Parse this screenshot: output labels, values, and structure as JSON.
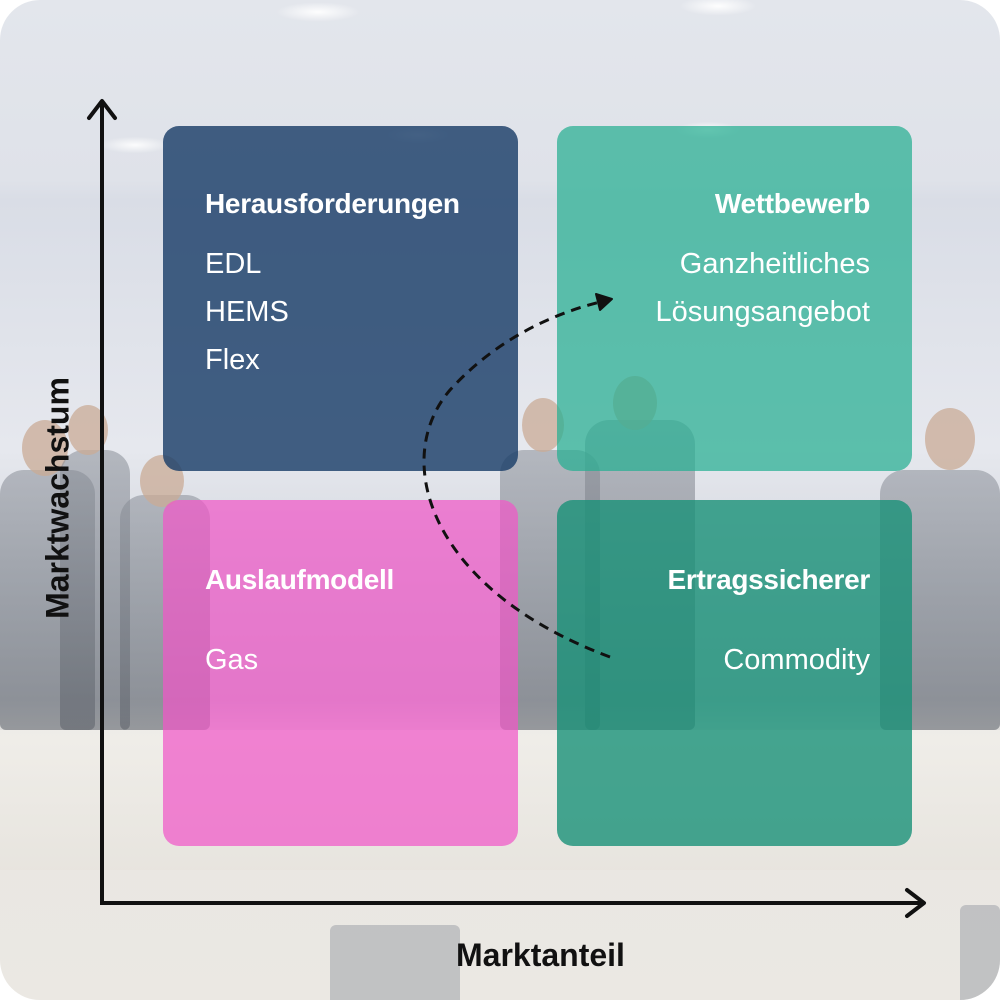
{
  "axes": {
    "x_label": "Marktanteil",
    "y_label": "Marktwachstum"
  },
  "quadrants": {
    "top_left": {
      "title": "Herausforderungen",
      "items": [
        "EDL",
        "HEMS",
        "Flex"
      ],
      "color": "#1b3e69"
    },
    "top_right": {
      "title": "Wettbewerb",
      "items": [
        "Ganzheitliches",
        "Lösungsangebot"
      ],
      "color": "#26af91"
    },
    "bottom_left": {
      "title": "Auslaufmodell",
      "items": [
        "Gas"
      ],
      "color": "#f058c8"
    },
    "bottom_right": {
      "title": "Ertragssicherer",
      "items": [
        "Commodity"
      ],
      "color": "#199178"
    }
  },
  "transition_arrow": {
    "from": "Ertragssicherer",
    "to": "Wettbewerb",
    "style": "dashed"
  }
}
